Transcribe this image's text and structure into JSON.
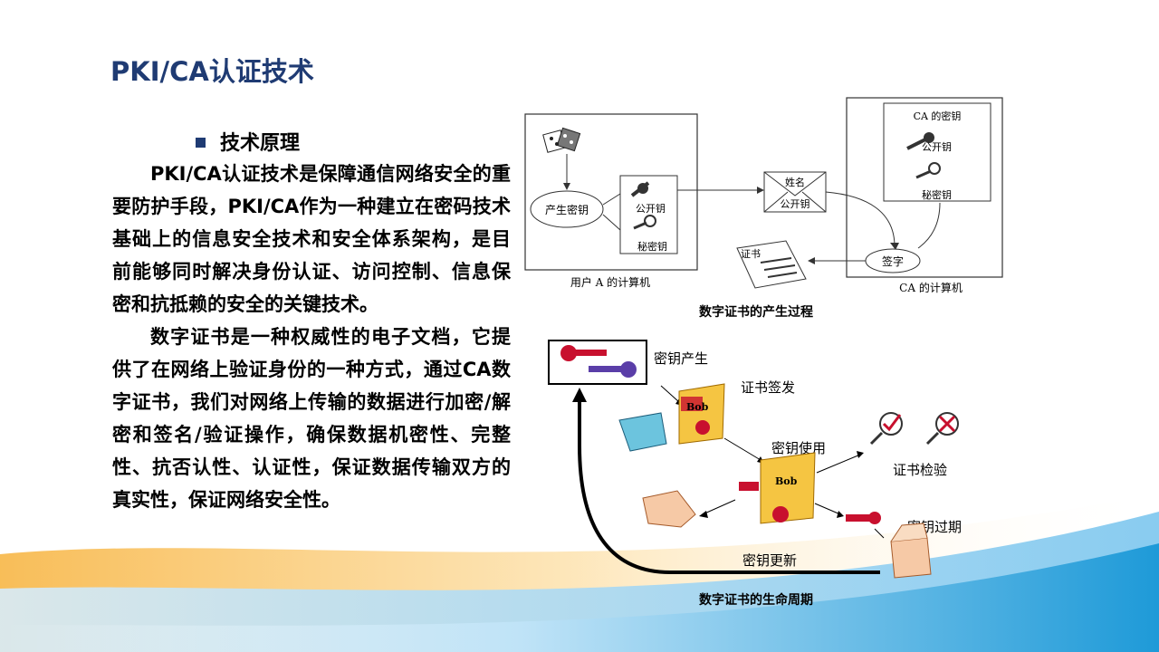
{
  "slide": {
    "title": "PKI/CA认证技术",
    "bullet": "技术原理",
    "paragraph1": "PKI/CA认证技术是保障通信网络安全的重要防护手段，PKI/CA作为一种建立在密码技术基础上的信息安全技术和安全体系架构，是目前能够同时解决身份认证、访问控制、信息保密和抗抵赖的安全的关键技术。",
    "paragraph2": "数字证书是一种权威性的电子文档，它提供了在网络上验证身份的一种方式，通过CA数字证书，我们对网络上传输的数据进行加密/解密和签名/验证操作，确保数据机密性、完整性、抗否认性、认证性，保证数据传输双方的真实性，保证网络安全性。"
  },
  "figure1": {
    "caption": "数字证书的产生过程",
    "generate_key": "产生密钥",
    "public_key": "公开钥",
    "private_key": "秘密钥",
    "user_label": "用户 A 的计算机",
    "envelope_name": "姓名",
    "envelope_key": "公开钥",
    "ca_keys": "CA 的密钥",
    "ca_public": "公开钥",
    "ca_private": "秘密钥",
    "sign": "签字",
    "certificate": "证书",
    "ca_label": "CA 的计算机"
  },
  "figure2": {
    "caption": "数字证书的生命周期",
    "key_generate": "密钥产生",
    "cert_issue": "证书签发",
    "key_use": "密钥使用",
    "cert_verify": "证书检验",
    "key_expire": "密钥过期",
    "key_update": "密钥更新",
    "bob1": "Bob",
    "bob2": "Bob"
  },
  "colors": {
    "title": "#1f3b73",
    "wave_blue": "#29a3e0",
    "wave_orange": "#f5a623",
    "key_red": "#c8102e",
    "key_purple": "#5a3ea8"
  }
}
